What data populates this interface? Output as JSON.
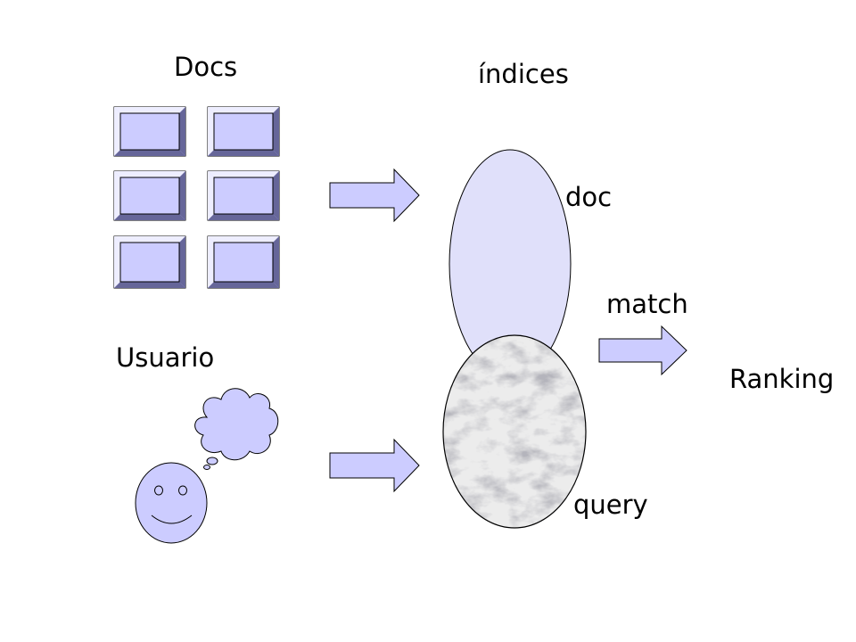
{
  "labels": {
    "docs": "Docs",
    "indices": "índices",
    "doc": "doc",
    "match": "match",
    "usuario": "Usuario",
    "ranking": "Ranking",
    "query": "query"
  },
  "colors": {
    "doc_fill": "#ccccff",
    "doc_light": "#eeeeff",
    "doc_dark": "#666699",
    "arrow_fill": "#ccccff",
    "index_fill": "#e0e0fa",
    "query_fill": "#e6e6e6",
    "user_fill": "#ccccff",
    "stroke": "#000000"
  },
  "icons": [
    "document-icon",
    "arrow-right-icon",
    "smiley-face-icon",
    "thought-cloud-icon"
  ]
}
